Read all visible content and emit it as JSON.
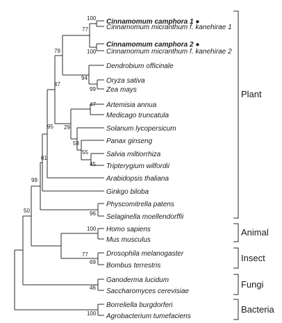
{
  "taxa": [
    {
      "name": "Cinnamomum camphora 1",
      "bold": true,
      "marker": "●"
    },
    {
      "name": "Cinnamomum micranthum f. kanehirae 1",
      "bold": false
    },
    {
      "name": "Cinnamomum camphora 2",
      "bold": true,
      "marker": "●"
    },
    {
      "name": "Cinnamomum micranthum f. kanehirae 2",
      "bold": false
    },
    {
      "name": "Dendrobium officinale",
      "bold": false
    },
    {
      "name": "Oryza sativa",
      "bold": false
    },
    {
      "name": "Zea mays",
      "bold": false
    },
    {
      "name": "Artemisia annua",
      "bold": false
    },
    {
      "name": "Medicago truncatula",
      "bold": false
    },
    {
      "name": "Solanum lycopersicum",
      "bold": false
    },
    {
      "name": "Panax ginseng",
      "bold": false
    },
    {
      "name": "Salvia miltiorrhiza",
      "bold": false
    },
    {
      "name": "Tripterygium wilfordii",
      "bold": false
    },
    {
      "name": "Arabidopsis thaliana",
      "bold": false
    },
    {
      "name": "Ginkgo biloba",
      "bold": false
    },
    {
      "name": "Physcomitrella patens",
      "bold": false
    },
    {
      "name": "Selaginella moellendorffii",
      "bold": false
    },
    {
      "name": "Homo sapiens",
      "bold": false
    },
    {
      "name": "Mus musculus",
      "bold": false
    },
    {
      "name": "Drosophila melanogaster",
      "bold": false
    },
    {
      "name": "Bombus terrestris",
      "bold": false
    },
    {
      "name": "Ganoderma lucidum",
      "bold": false
    },
    {
      "name": "Saccharomyces cerevisiae",
      "bold": false
    },
    {
      "name": "Borreliella burgdorferi",
      "bold": false
    },
    {
      "name": "Agrobacterium tumefaciens",
      "bold": false
    }
  ],
  "bootstrap": [
    "100",
    "77",
    "100",
    "79",
    "94",
    "99",
    "47",
    "47",
    "29",
    "58",
    "55",
    "45",
    "95",
    "61",
    "99",
    "96",
    "50",
    "100",
    "77",
    "69",
    "46",
    "100"
  ],
  "groups": [
    "Plant",
    "Animal",
    "Insect",
    "Fungi",
    "Bacteria"
  ]
}
